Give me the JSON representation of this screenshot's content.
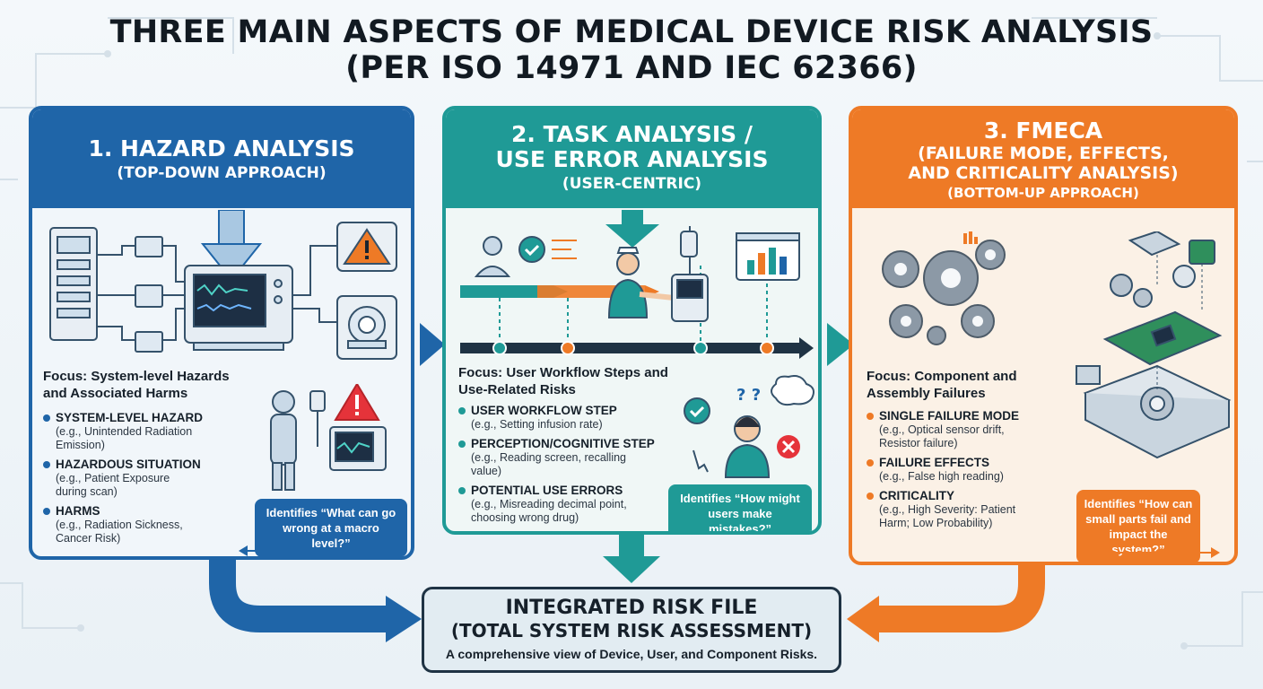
{
  "title": {
    "line1": "THREE MAIN ASPECTS OF MEDICAL DEVICE RISK ANALYSIS",
    "line2": "(PER ISO 14971 AND IEC 62366)"
  },
  "colors": {
    "blue": "#1f65a8",
    "teal": "#1f9a96",
    "orange": "#ee7a26",
    "dark": "#1f3344"
  },
  "panels": [
    {
      "title": "1. HAZARD ANALYSIS",
      "subtitle": "(TOP-DOWN APPROACH)",
      "focus_line1": "Focus: System-level Hazards",
      "focus_line2": "and Associated Harms",
      "items": [
        {
          "label": "SYSTEM-LEVEL HAZARD",
          "example_line1": "(e.g., Unintended Radiation",
          "example_line2": "Emission)"
        },
        {
          "label": "HAZARDOUS SITUATION",
          "example_line1": "(e.g., Patient Exposure",
          "example_line2": "during scan)"
        },
        {
          "label": "HARMS",
          "example_line1": "(e.g., Radiation Sickness,",
          "example_line2": "Cancer Risk)"
        }
      ],
      "callout_line1": "Identifies “What can go",
      "callout_line2": "wrong at a macro level?”",
      "icons": [
        "hospital-monitor-icon",
        "warning-icon",
        "mri-scanner-icon",
        "patient-icon",
        "iv-drip-icon"
      ]
    },
    {
      "title_line1": "2. TASK ANALYSIS /",
      "title_line2": "USE ERROR ANALYSIS",
      "subtitle": "(USER-CENTRIC)",
      "focus_line1": "Focus: User Workflow Steps and",
      "focus_line2": "Use-Related Risks",
      "items": [
        {
          "label": "USER WORKFLOW STEP",
          "example_line1": "(e.g., Setting infusion rate)",
          "example_line2": ""
        },
        {
          "label": "PERCEPTION/COGNITIVE STEP",
          "example_line1": "(e.g., Reading screen, recalling",
          "example_line2": "value)"
        },
        {
          "label": "POTENTIAL USE ERRORS",
          "example_line1": "(e.g., Misreading decimal point,",
          "example_line2": "choosing wrong drug)"
        }
      ],
      "callout_line1": "Identifies “How might",
      "callout_line2": "users make mistakes?”",
      "icons": [
        "user-check-icon",
        "nurse-icon",
        "infusion-pump-icon",
        "bar-chart-icon",
        "confused-user-icon"
      ]
    },
    {
      "title": "3. FMECA",
      "subtitle_line1": "(FAILURE MODE, EFFECTS,",
      "subtitle_line2": "AND CRITICALITY ANALYSIS)",
      "subtitle_line3": "(BOTTOM-UP APPROACH)",
      "focus_line1": "Focus: Component and",
      "focus_line2": "Assembly Failures",
      "items": [
        {
          "label": "SINGLE FAILURE MODE",
          "example_line1": "(e.g., Optical sensor drift,",
          "example_line2": "Resistor failure)"
        },
        {
          "label": "FAILURE EFFECTS",
          "example_line1": "(e.g., False high reading)",
          "example_line2": ""
        },
        {
          "label": "CRITICALITY",
          "example_line1": "(e.g., High Severity: Patient",
          "example_line2": "Harm; Low Probability)"
        }
      ],
      "callout_line1": "Identifies “How can",
      "callout_line2": "small parts fail and",
      "callout_line3": "impact the system?”",
      "icons": [
        "gears-icon",
        "circuit-board-icon",
        "exploded-device-icon"
      ]
    }
  ],
  "integrated": {
    "title": "INTEGRATED RISK FILE",
    "subtitle": "(TOTAL SYSTEM RISK ASSESSMENT)",
    "description": "A comprehensive view of Device, User, and Component Risks."
  }
}
